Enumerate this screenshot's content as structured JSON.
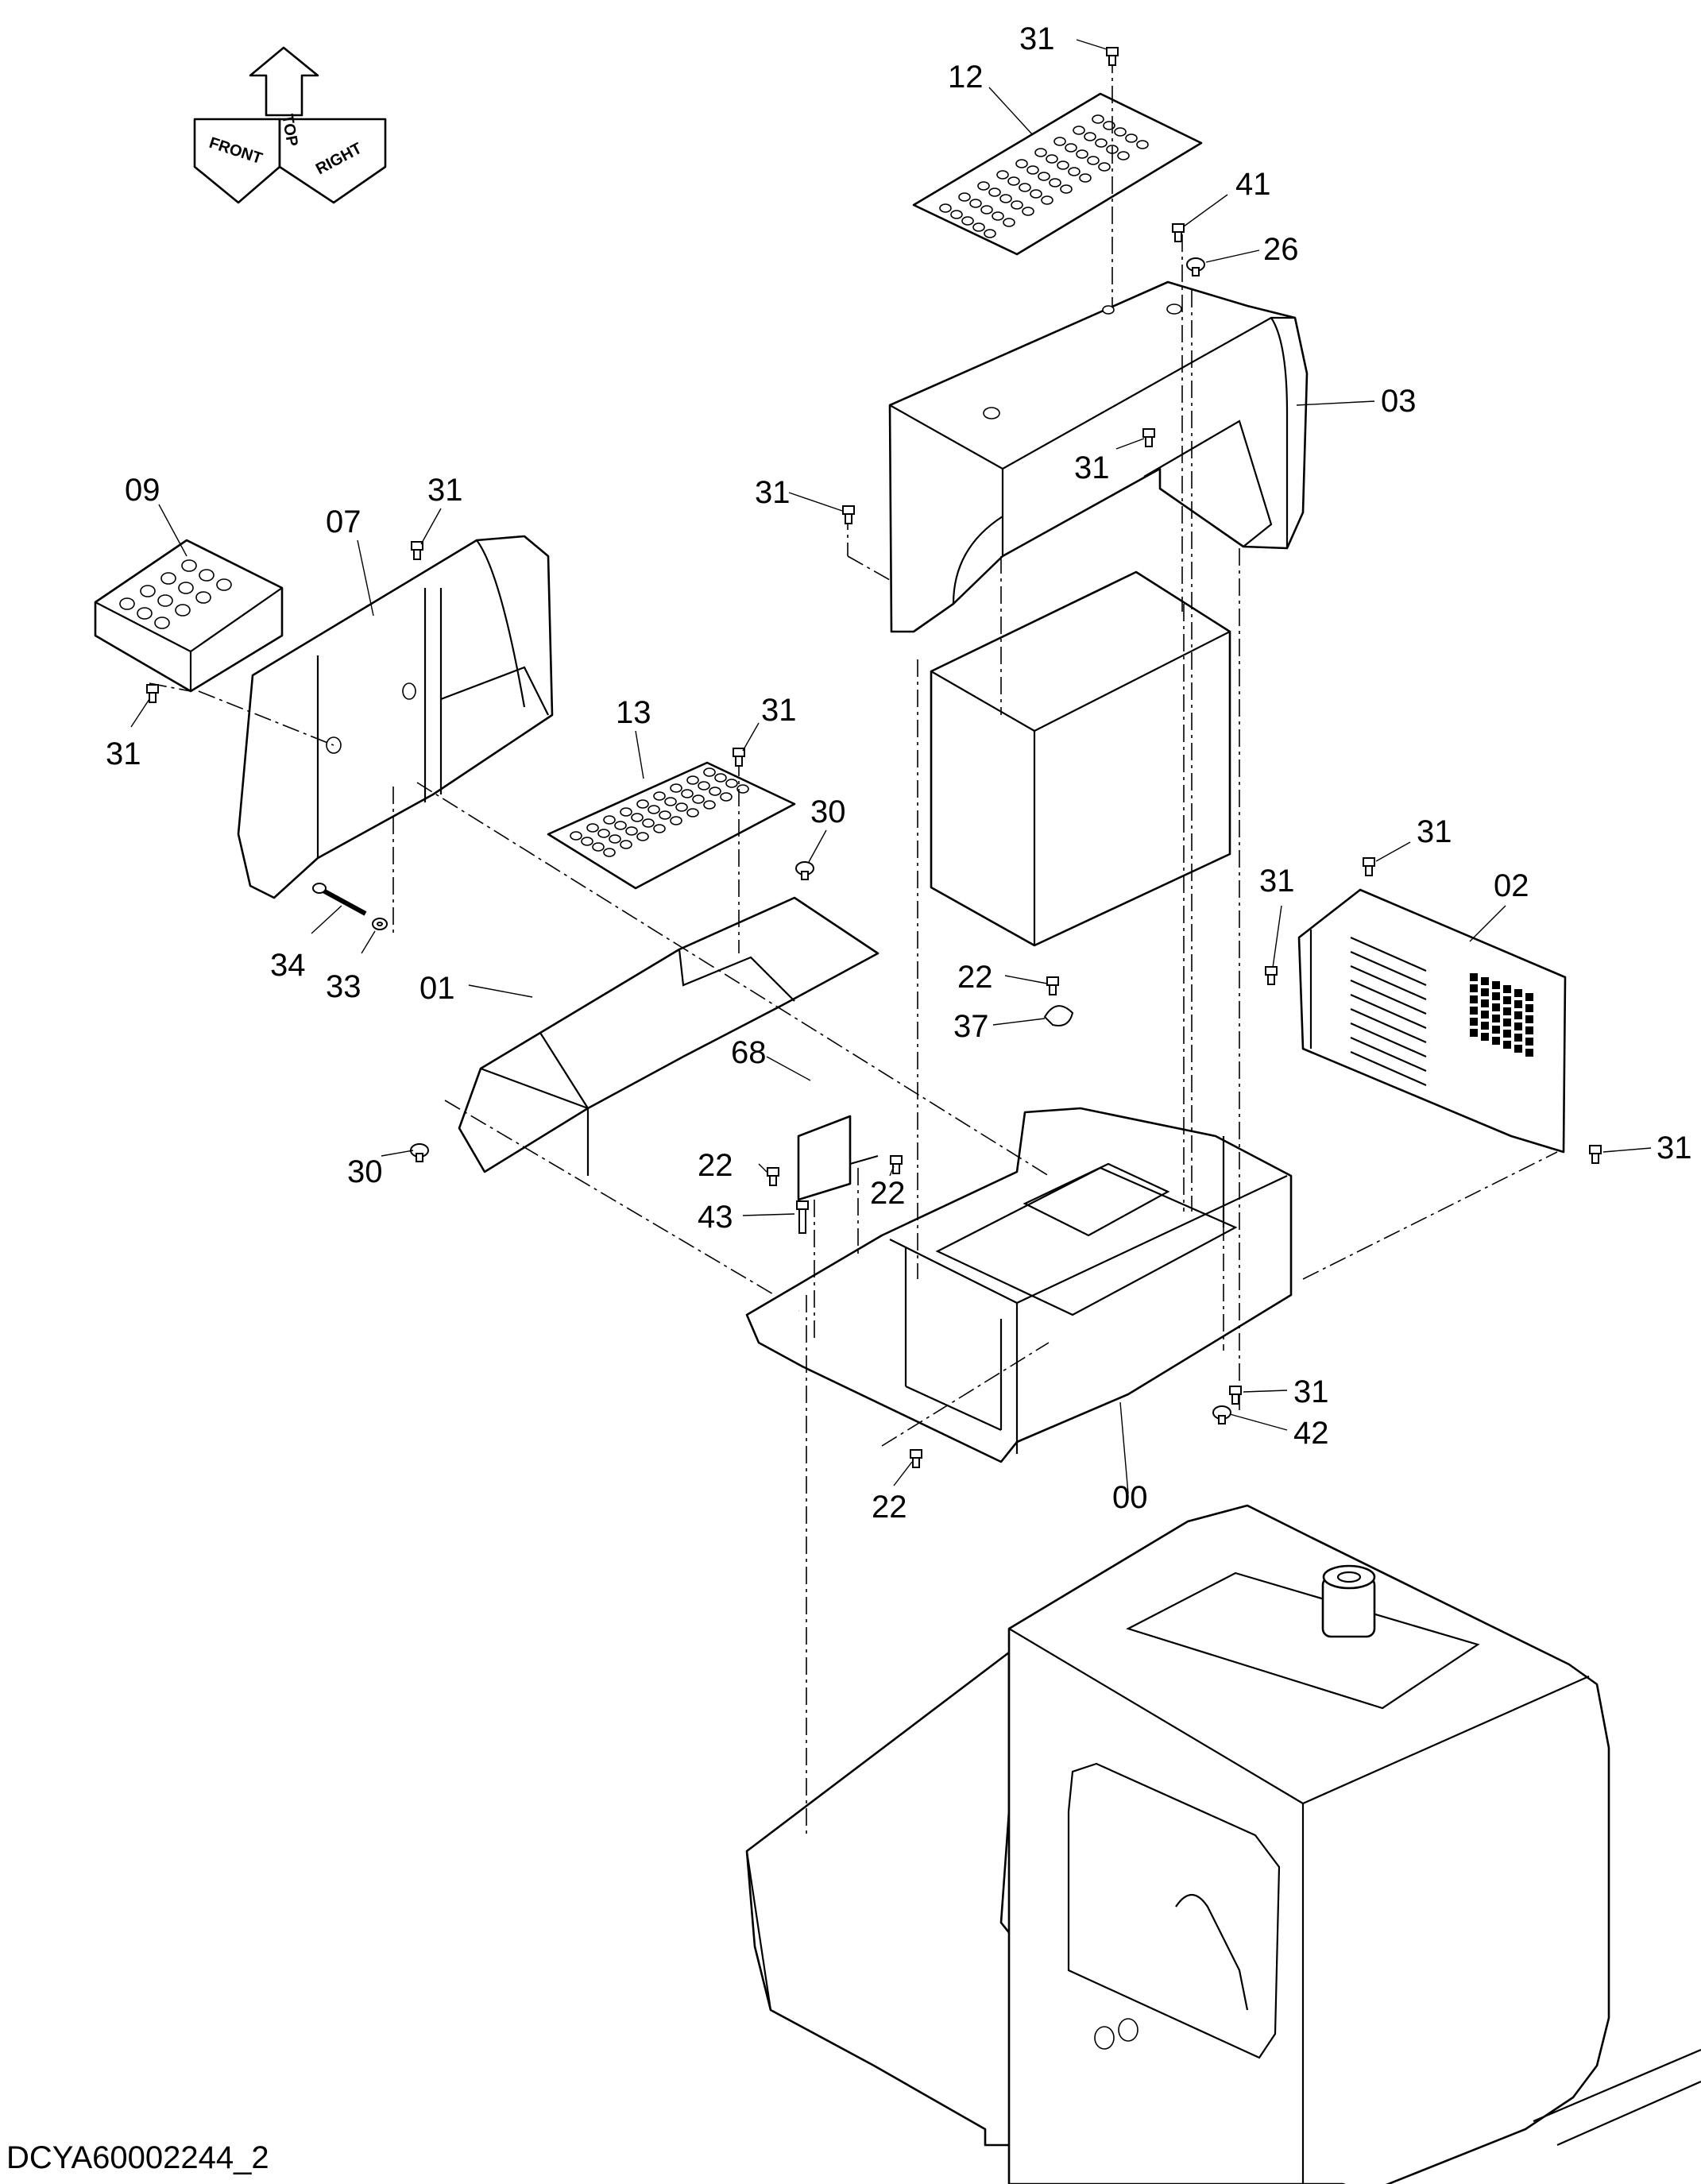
{
  "diagram": {
    "drawing_code": "DCYA60002244_2",
    "orientation": {
      "front": "FRONT",
      "top": "TOP",
      "right": "RIGHT"
    },
    "callouts": [
      {
        "id": "c31a",
        "text": "31"
      },
      {
        "id": "c12",
        "text": "12"
      },
      {
        "id": "c41",
        "text": "41"
      },
      {
        "id": "c26",
        "text": "26"
      },
      {
        "id": "c03",
        "text": "03"
      },
      {
        "id": "c31b",
        "text": "31"
      },
      {
        "id": "c31c",
        "text": "31"
      },
      {
        "id": "c09",
        "text": "09"
      },
      {
        "id": "c07",
        "text": "07"
      },
      {
        "id": "c31d",
        "text": "31"
      },
      {
        "id": "c31e",
        "text": "31"
      },
      {
        "id": "c13",
        "text": "13"
      },
      {
        "id": "c31f",
        "text": "31"
      },
      {
        "id": "c30a",
        "text": "30"
      },
      {
        "id": "c31g",
        "text": "31"
      },
      {
        "id": "c31h",
        "text": "31"
      },
      {
        "id": "c02",
        "text": "02"
      },
      {
        "id": "c34",
        "text": "34"
      },
      {
        "id": "c33",
        "text": "33"
      },
      {
        "id": "c01",
        "text": "01"
      },
      {
        "id": "c22a",
        "text": "22"
      },
      {
        "id": "c37",
        "text": "37"
      },
      {
        "id": "c68",
        "text": "68"
      },
      {
        "id": "c31i",
        "text": "31"
      },
      {
        "id": "c30b",
        "text": "30"
      },
      {
        "id": "c22b",
        "text": "22"
      },
      {
        "id": "c22c",
        "text": "22"
      },
      {
        "id": "c43",
        "text": "43"
      },
      {
        "id": "c31j",
        "text": "31"
      },
      {
        "id": "c42",
        "text": "42"
      },
      {
        "id": "c00",
        "text": "00"
      },
      {
        "id": "c22d",
        "text": "22"
      }
    ]
  }
}
